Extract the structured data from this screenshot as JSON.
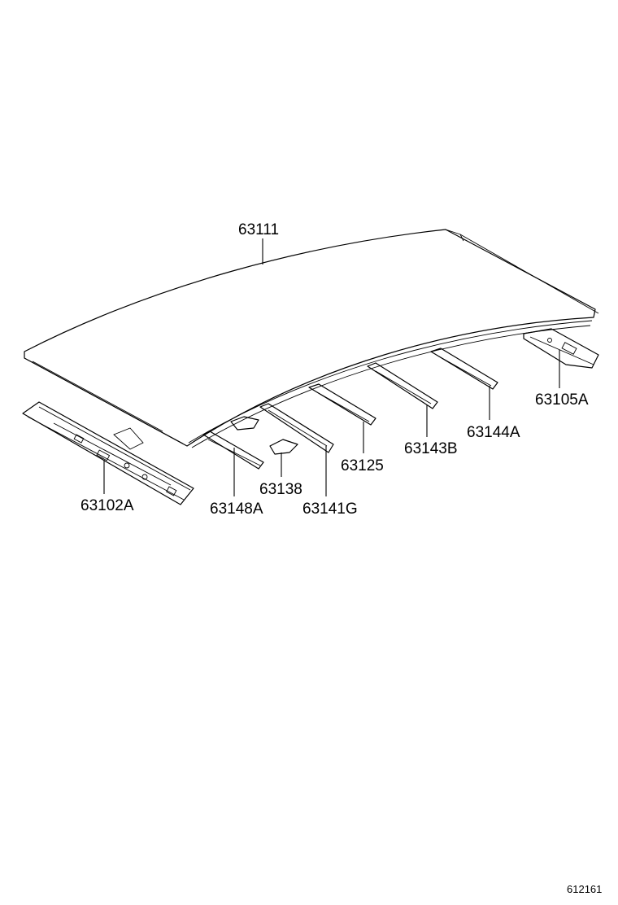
{
  "labels": {
    "roof_panel": "63111",
    "front_rail": "63102A",
    "rear_rail": "63105A",
    "bow_1": "63148A",
    "bracket": "63138",
    "bow_2": "63141G",
    "bow_3": "63125",
    "bow_4": "63143B",
    "bow_5": "63144A"
  },
  "diagram_code": "612161"
}
